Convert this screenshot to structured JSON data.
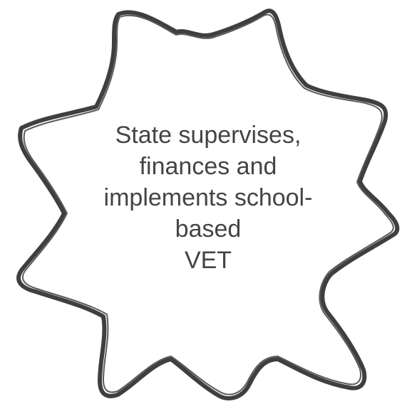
{
  "diagram": {
    "shape": "gear",
    "outline_color": "#3f3f3f",
    "fill_color": "#ffffff",
    "text_color": "#444444",
    "label_lines": [
      "State supervises,",
      "finances and",
      "implements school-",
      "based",
      "VET"
    ]
  }
}
